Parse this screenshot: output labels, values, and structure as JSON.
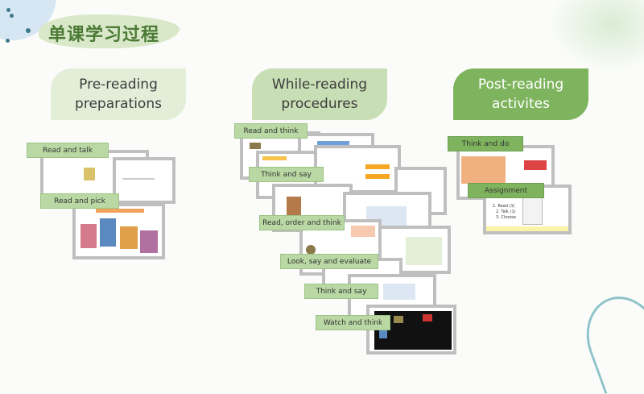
{
  "title": "单课学习过程",
  "sections": [
    {
      "heading_line1": "Pre-reading",
      "heading_line2": "preparations",
      "color": "#e3eed9",
      "steps": [
        "Read and talk",
        "Read and pick"
      ]
    },
    {
      "heading_line1": "While-reading",
      "heading_line2": "procedures",
      "color": "#c8deb5",
      "steps": [
        "Read and think",
        "Think and say",
        "Read, order and think",
        "Look, say and evaluate",
        "Think and say",
        "Watch and think"
      ]
    },
    {
      "heading_line1": "Post-reading",
      "heading_line2": "activites",
      "color": "#7fb45f",
      "steps": [
        "Think and do",
        "Assignment"
      ]
    }
  ],
  "assignment_items": [
    "1. Read (1)",
    "2. Talk (1)",
    "3. Choose"
  ]
}
